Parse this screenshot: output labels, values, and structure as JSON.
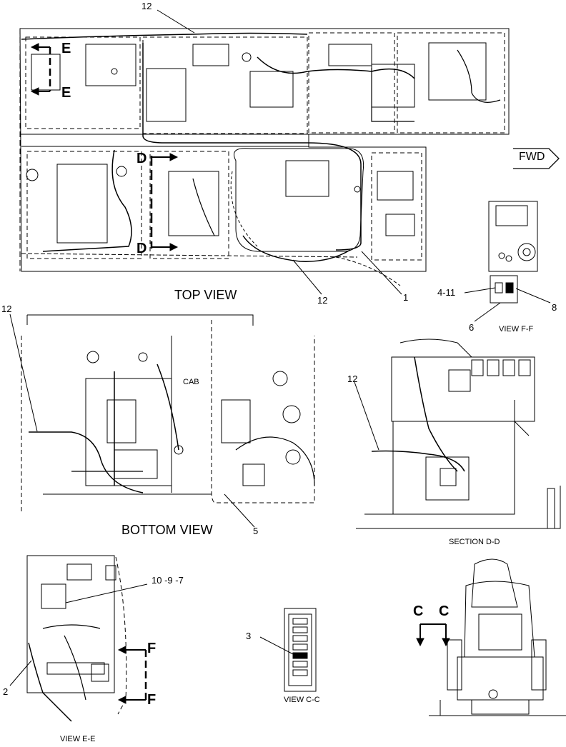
{
  "views": {
    "top_view": "TOP VIEW",
    "bottom_view": "BOTTOM VIEW",
    "section_d": "SECTION D-D",
    "view_f": "VIEW F-F",
    "view_c": "VIEW C-C",
    "view_e": "VIEW E-E"
  },
  "direction": {
    "fwd": "FWD"
  },
  "cab_label": "CAB",
  "section_letters": {
    "d": "D",
    "e": "E",
    "f": "F",
    "c": "C"
  },
  "callouts": {
    "c1": "1",
    "c2": "2",
    "c3": "3",
    "c5": "5",
    "c6": "6",
    "c8": "8",
    "c12": "12",
    "c4_11": "4-11",
    "c10_9_7": "10 -9 -7"
  }
}
